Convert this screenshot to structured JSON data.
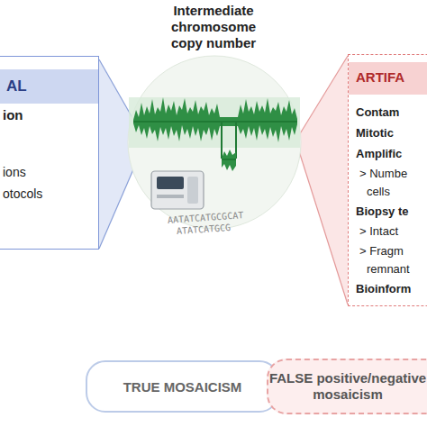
{
  "diagram": {
    "title": "Intermediate chromosome copy number",
    "nodes": [
      {
        "text": [
          "AL",
          "ion",
          "ions",
          "otocols"
        ]
      },
      {
        "text": [
          "ARTIFA",
          "Contam",
          "Mitotic",
          "Amplific",
          "> Numbe",
          "cells",
          "Biopsy te",
          "> Intact",
          "> Fragm",
          "remnant",
          "Bioinform"
        ]
      },
      {
        "text": [
          "TRUE MOSAICISM"
        ]
      },
      {
        "text": [
          "FALSE positive/negative mosaicism"
        ]
      }
    ],
    "labels": [
      "AATATCATGCGCAT",
      "ATATCATGCG"
    ]
  }
}
